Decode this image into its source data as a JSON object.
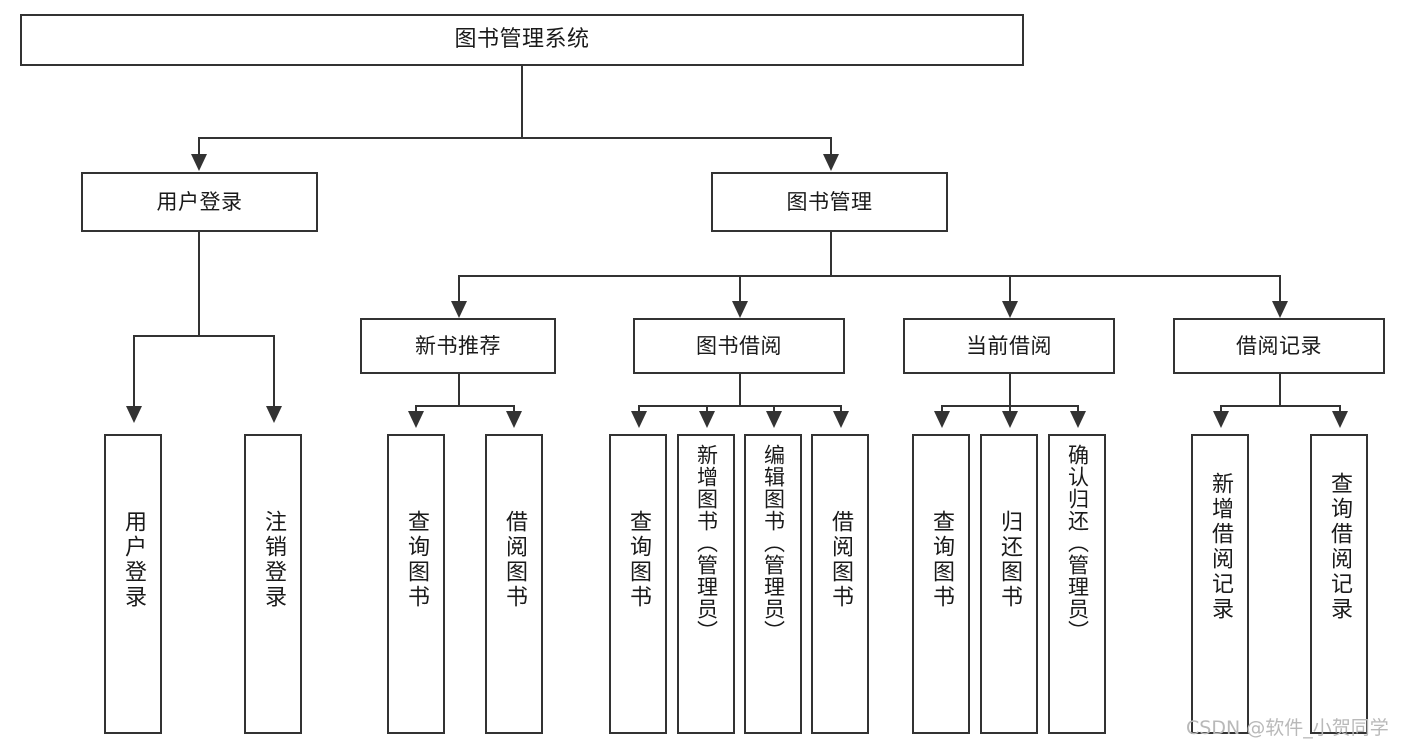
{
  "diagram": {
    "type": "tree-hierarchy",
    "title": "图书管理系统",
    "root": {
      "id": "root",
      "label": "图书管理系统"
    },
    "level2": [
      {
        "id": "user-login",
        "label": "用户登录"
      },
      {
        "id": "book-management",
        "label": "图书管理"
      }
    ],
    "level3": [
      {
        "id": "new-book-recommend",
        "label": "新书推荐",
        "parent": "book-management"
      },
      {
        "id": "book-borrow",
        "label": "图书借阅",
        "parent": "book-management"
      },
      {
        "id": "current-borrow",
        "label": "当前借阅",
        "parent": "book-management"
      },
      {
        "id": "borrow-record",
        "label": "借阅记录",
        "parent": "book-management"
      }
    ],
    "leaves": {
      "user_login": [
        {
          "id": "leaf-user-login",
          "label": "用户登录"
        },
        {
          "id": "leaf-logout",
          "label": "注销登录"
        }
      ],
      "new_book_recommend": [
        {
          "id": "leaf-query-book-1",
          "label": "查询图书"
        },
        {
          "id": "leaf-borrow-book-1",
          "label": "借阅图书"
        }
      ],
      "book_borrow": [
        {
          "id": "leaf-query-book-2",
          "label": "查询图书"
        },
        {
          "id": "leaf-add-book",
          "label": "新增图书（管理员）"
        },
        {
          "id": "leaf-edit-book",
          "label": "编辑图书（管理员）"
        },
        {
          "id": "leaf-borrow-book-2",
          "label": "借阅图书"
        }
      ],
      "current_borrow": [
        {
          "id": "leaf-query-book-3",
          "label": "查询图书"
        },
        {
          "id": "leaf-return-book",
          "label": "归还图书"
        },
        {
          "id": "leaf-confirm-return",
          "label": "确认归还（管理员）"
        }
      ],
      "borrow_record": [
        {
          "id": "leaf-add-record",
          "label": "新增借阅记录"
        },
        {
          "id": "leaf-query-record",
          "label": "查询借阅记录"
        }
      ]
    }
  },
  "watermark": {
    "text": "CSDN @软件_小贺同学"
  },
  "colors": {
    "stroke": "#333333",
    "background": "#ffffff",
    "text": "#1a1a1a",
    "watermark": "#b9b9b9"
  }
}
